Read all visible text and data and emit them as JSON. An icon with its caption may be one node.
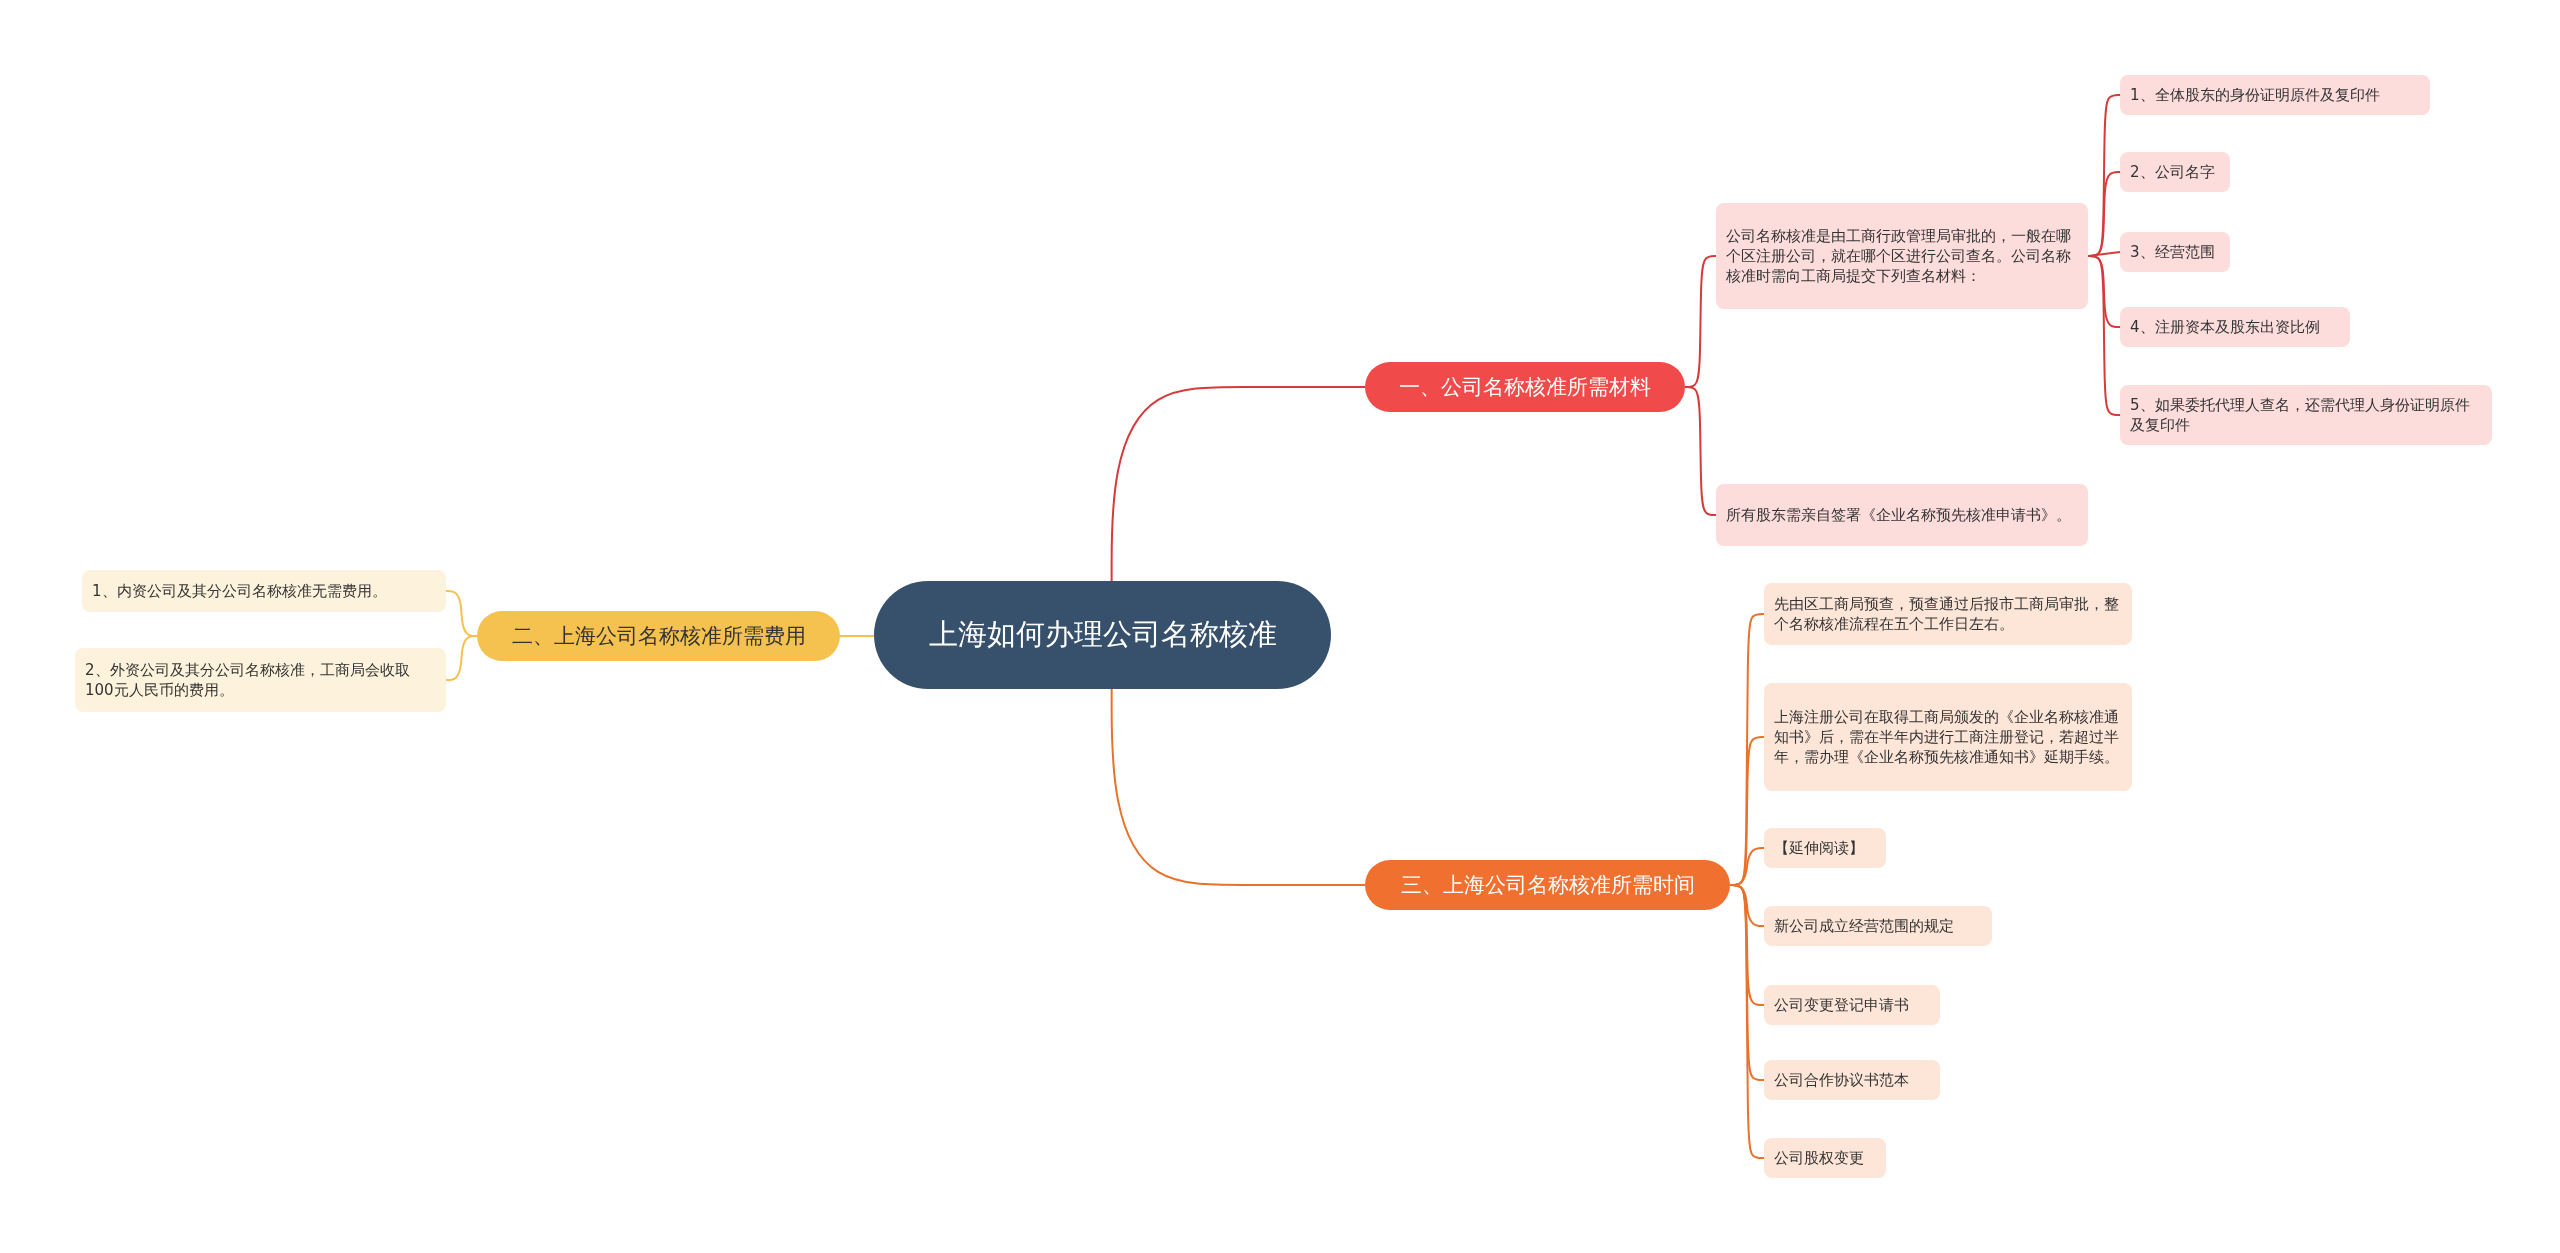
{
  "diagram": {
    "nodes": [
      {
        "text": [
          "上海如何办理公司名称核准"
        ]
      },
      {
        "text": [
          "一、公司名称核准所需材料"
        ]
      },
      {
        "text": [
          "公司名称核准是由工商行政管理局审批的，一般在哪个区注册公司，就在哪个区进行公司查名。公司名称核准时需向工商局提交下列查名材料："
        ]
      },
      {
        "text": [
          "1、全体股东的身份证明原件及复印件"
        ]
      },
      {
        "text": [
          "2、公司名字"
        ]
      },
      {
        "text": [
          "3、经营范围"
        ]
      },
      {
        "text": [
          "4、注册资本及股东出资比例"
        ]
      },
      {
        "text": [
          "5、如果委托代理人查名，还需代理人身份证明原件及复印件"
        ]
      },
      {
        "text": [
          "所有股东需亲自签署《企业名称预先核准申请书》。"
        ]
      },
      {
        "text": [
          "二、上海公司名称核准所需费用"
        ]
      },
      {
        "text": [
          "1、内资公司及其分公司名称核准无需费用。"
        ]
      },
      {
        "text": [
          "2、外资公司及其分公司名称核准，工商局会收取100元人民币的费用。"
        ]
      },
      {
        "text": [
          "三、上海公司名称核准所需时间"
        ]
      },
      {
        "text": [
          "先由区工商局预查，预查通过后报市工商局审批，整个名称核准流程在五个工作日左右。"
        ]
      },
      {
        "text": [
          "上海注册公司在取得工商局颁发的《企业名称核准通知书》后，需在半年内进行工商注册登记，若超过半年，需办理《企业名称预先核准通知书》延期手续。"
        ]
      },
      {
        "text": [
          "【延伸阅读】"
        ]
      },
      {
        "text": [
          "新公司成立经营范围的规定"
        ]
      },
      {
        "text": [
          "公司变更登记申请书"
        ]
      },
      {
        "text": [
          "公司合作协议书范本"
        ]
      },
      {
        "text": [
          "公司股权变更"
        ]
      }
    ],
    "edges": [
      {
        "from": 0,
        "to": 1,
        "arrow": "none",
        "color": "#d63b3b"
      },
      {
        "from": 1,
        "to": 2,
        "arrow": "none",
        "color": "#d63b3b"
      },
      {
        "from": 2,
        "to": 3,
        "arrow": "none",
        "color": "#d63b3b"
      },
      {
        "from": 2,
        "to": 4,
        "arrow": "none",
        "color": "#d63b3b"
      },
      {
        "from": 2,
        "to": 5,
        "arrow": "none",
        "color": "#d63b3b"
      },
      {
        "from": 2,
        "to": 6,
        "arrow": "none",
        "color": "#d63b3b"
      },
      {
        "from": 2,
        "to": 7,
        "arrow": "none",
        "color": "#d63b3b"
      },
      {
        "from": 1,
        "to": 8,
        "arrow": "none",
        "color": "#d63b3b"
      },
      {
        "from": 0,
        "to": 9,
        "arrow": "none",
        "color": "#f5c24f"
      },
      {
        "from": 9,
        "to": 10,
        "arrow": "none",
        "color": "#f5c24f"
      },
      {
        "from": 9,
        "to": 11,
        "arrow": "none",
        "color": "#f5c24f"
      },
      {
        "from": 0,
        "to": 12,
        "arrow": "none",
        "color": "#e8722c"
      },
      {
        "from": 12,
        "to": 13,
        "arrow": "none",
        "color": "#e8722c"
      },
      {
        "from": 12,
        "to": 14,
        "arrow": "none",
        "color": "#e8722c"
      },
      {
        "from": 12,
        "to": 15,
        "arrow": "none",
        "color": "#e8722c"
      },
      {
        "from": 12,
        "to": 16,
        "arrow": "none",
        "color": "#e8722c"
      },
      {
        "from": 12,
        "to": 17,
        "arrow": "none",
        "color": "#e8722c"
      },
      {
        "from": 12,
        "to": 18,
        "arrow": "none",
        "color": "#e8722c"
      },
      {
        "from": 12,
        "to": 19,
        "arrow": "none",
        "color": "#e8722c"
      }
    ]
  }
}
